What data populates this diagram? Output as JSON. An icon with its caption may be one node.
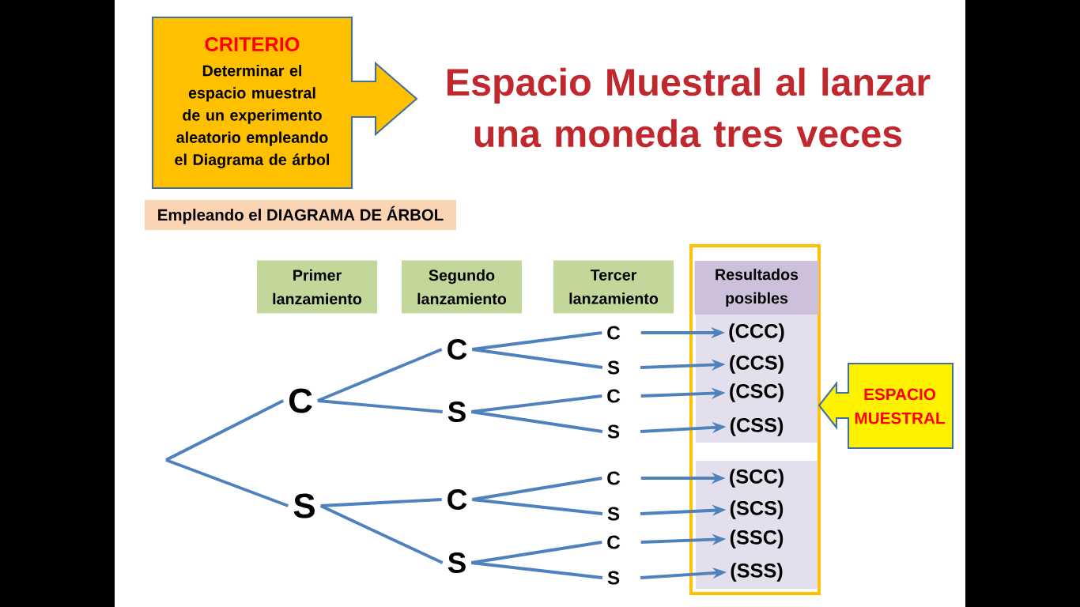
{
  "diagram": {
    "title": "Espacio Muestral al lanzar una moneda tres veces",
    "nodes": [
      {
        "text": [
          "CRITERIO",
          "Determinar el espacio muestral de un experimento aleatorio empleando el Diagrama de árbol"
        ]
      },
      {
        "text": [
          "Empleando el DIAGRAMA DE ÁRBOL"
        ]
      },
      {
        "text": [
          "Primer lanzamiento"
        ]
      },
      {
        "text": [
          "Segundo lanzamiento"
        ]
      },
      {
        "text": [
          "Tercer lanzamiento"
        ]
      },
      {
        "text": [],
        "shape": "box"
      },
      {
        "text": [
          "Resultados posibles"
        ],
        "in": 5
      },
      {
        "text": [],
        "shape": "box",
        "in": 5
      },
      {
        "text": [],
        "shape": "box",
        "in": 5
      },
      {
        "text": [
          "(CCC)"
        ],
        "in": 7
      },
      {
        "text": [
          "(CCS)"
        ],
        "in": 7
      },
      {
        "text": [
          "(CSC)"
        ],
        "in": 7
      },
      {
        "text": [
          "(CSS)"
        ],
        "in": 7
      },
      {
        "text": [
          "(SCC)"
        ],
        "in": 8
      },
      {
        "text": [
          "(SCS)"
        ],
        "in": 8
      },
      {
        "text": [
          "(SSC)"
        ],
        "in": 8
      },
      {
        "text": [
          "(SSS)"
        ],
        "in": 8
      },
      {
        "text": [
          "C"
        ]
      },
      {
        "text": [
          "S"
        ]
      },
      {
        "text": [
          "C"
        ]
      },
      {
        "text": [
          "S"
        ]
      },
      {
        "text": [
          "C"
        ]
      },
      {
        "text": [
          "S"
        ]
      },
      {
        "text": [
          "C"
        ]
      },
      {
        "text": [
          "S"
        ]
      },
      {
        "text": [
          "C"
        ]
      },
      {
        "text": [
          "S"
        ]
      },
      {
        "text": [
          "C"
        ]
      },
      {
        "text": [
          "S"
        ]
      },
      {
        "text": [
          "C"
        ]
      },
      {
        "text": [
          "S"
        ]
      },
      {
        "text": [
          "ESPACIO MUESTRAL"
        ]
      }
    ],
    "edges": [
      {
        "from": null,
        "to": 17,
        "arrow": "none"
      },
      {
        "from": null,
        "to": 18,
        "arrow": "none"
      },
      {
        "from": 17,
        "to": 19,
        "arrow": "none"
      },
      {
        "from": 17,
        "to": 20,
        "arrow": "none"
      },
      {
        "from": 18,
        "to": 21,
        "arrow": "none"
      },
      {
        "from": 18,
        "to": 22,
        "arrow": "none"
      },
      {
        "from": 19,
        "to": 23,
        "arrow": "none"
      },
      {
        "from": 19,
        "to": 24,
        "arrow": "none"
      },
      {
        "from": 20,
        "to": 25,
        "arrow": "none"
      },
      {
        "from": 20,
        "to": 26,
        "arrow": "none"
      },
      {
        "from": 21,
        "to": 27,
        "arrow": "none"
      },
      {
        "from": 21,
        "to": 28,
        "arrow": "none"
      },
      {
        "from": 22,
        "to": 29,
        "arrow": "none"
      },
      {
        "from": 22,
        "to": 30,
        "arrow": "none"
      },
      {
        "from": 23,
        "to": 9,
        "arrow": "to"
      },
      {
        "from": 24,
        "to": 10,
        "arrow": "to"
      },
      {
        "from": 25,
        "to": 11,
        "arrow": "to"
      },
      {
        "from": 26,
        "to": 12,
        "arrow": "to"
      },
      {
        "from": 27,
        "to": 13,
        "arrow": "to"
      },
      {
        "from": 28,
        "to": 14,
        "arrow": "to"
      },
      {
        "from": 29,
        "to": 15,
        "arrow": "to"
      },
      {
        "from": 30,
        "to": 16,
        "arrow": "to"
      }
    ]
  }
}
